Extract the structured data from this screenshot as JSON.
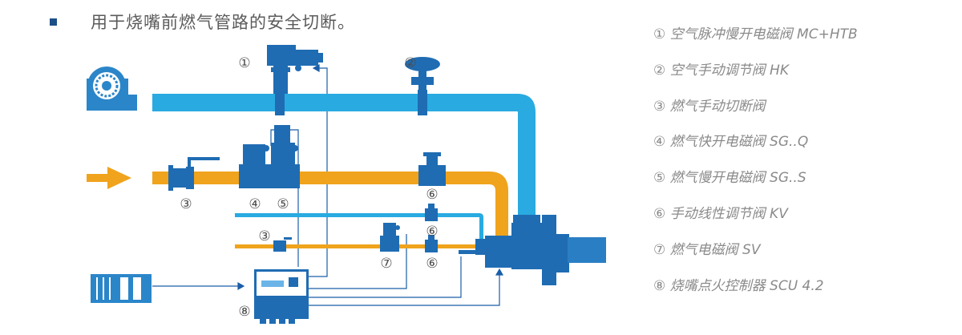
{
  "title": "用于烧嘴前燃气管路的安全切断。",
  "legend": [
    "① 空气脉冲慢开电磁阀 MC+HTB",
    "② 空气手动调节阀 HK",
    "③ 燃气手动切断阀",
    "④ 燃气快开电磁阀 SG..Q",
    "⑤ 燃气慢开电磁阀 SG..S",
    "⑥ 手动线性调节阀 KV",
    "⑦ 燃气电磁阀 SV",
    "⑧ 烧嘴点火控制器 SCU 4.2"
  ],
  "markers": {
    "m1": "①",
    "m2": "②",
    "m3a": "③",
    "m3b": "③",
    "m4": "④",
    "m5": "⑤",
    "m6a": "⑥",
    "m6b": "⑥",
    "m6c": "⑥",
    "m7": "⑦",
    "m8": "⑧"
  },
  "colors": {
    "air_pipe": "#29aae1",
    "gas_pipe": "#f0a31c",
    "component": "#1f6cb3",
    "signal_line": "#1a5ea8",
    "title_bullet": "#1c4f86"
  }
}
